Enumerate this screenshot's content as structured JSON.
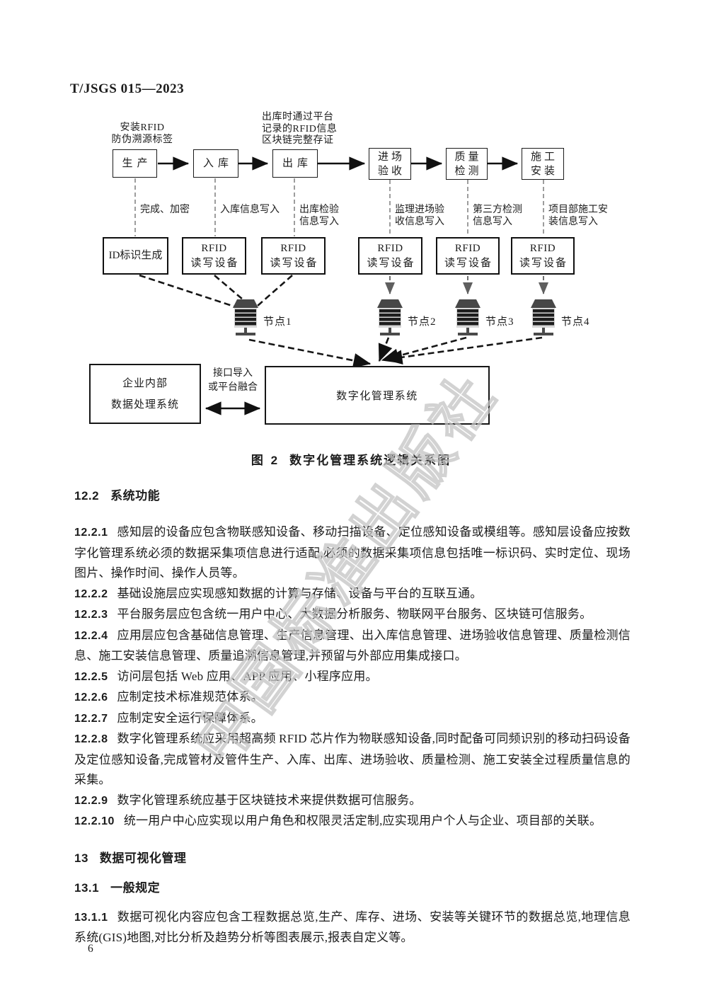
{
  "page": {
    "header": "T/JSGS 015—2023",
    "page_number": "6"
  },
  "watermark": "中国标准出版社",
  "colors": {
    "text": "#1c1c1c",
    "box_border": "#101010",
    "dashed_gray": "#6e6e6e",
    "watermark": "#c3c3c3"
  },
  "figure": {
    "caption_label": "图 2",
    "caption_text": "数字化管理系统逻辑关系图",
    "note_install": {
      "line1": "安装RFID",
      "line2": "防伪溯源标签"
    },
    "note_outbound": {
      "line1": "出库时通过平台",
      "line2": "记录的RFID信息",
      "line3": "区块链完整存证"
    },
    "flow": {
      "b1": "生产",
      "b2": "入库",
      "b3": "出库",
      "b4": {
        "l1": "进场",
        "l2": "验收"
      },
      "b5": {
        "l1": "质量",
        "l2": "检测"
      },
      "b6": {
        "l1": "施工",
        "l2": "安装"
      }
    },
    "edge": {
      "e1": "完成、加密",
      "e2": "入库信息写入",
      "e3a": "出库检验",
      "e3b": "信息写入",
      "e4a": "监理进场验",
      "e4b": "收信息写入",
      "e5a": "第三方检测",
      "e5b": "信息写入",
      "e6a": "项目部施工安",
      "e6b": "装信息写入"
    },
    "devices": {
      "d1": "ID标识生成",
      "rfid_line1": "RFID",
      "rfid_line2": "读写设备"
    },
    "nodes": {
      "n1": "节点1",
      "n2": "节点2",
      "n3": "节点3",
      "n4": "节点4"
    },
    "enterprise_box": {
      "line1": "企业内部",
      "line2": "数据处理系统"
    },
    "link_label": {
      "line1": "接口导入",
      "line2": "或平台融合"
    },
    "main_box": "数字化管理系统"
  },
  "content": {
    "s122": {
      "number": "12.2",
      "title": "系统功能"
    },
    "c1221": {
      "number": "12.2.1",
      "text": "感知层的设备应包含物联感知设备、移动扫描设备、定位感知设备或模组等。感知层设备应按数字化管理系统必须的数据采集项信息进行适配,必须的数据采集项信息包括唯一标识码、实时定位、现场图片、操作时间、操作人员等。"
    },
    "c1222": {
      "number": "12.2.2",
      "text": "基础设施层应实现感知数据的计算与存储、设备与平台的互联互通。"
    },
    "c1223": {
      "number": "12.2.3",
      "text": "平台服务层应包含统一用户中心、大数据分析服务、物联网平台服务、区块链可信服务。"
    },
    "c1224": {
      "number": "12.2.4",
      "text": "应用层应包含基础信息管理、生产信息管理、出入库信息管理、进场验收信息管理、质量检测信息、施工安装信息管理、质量追溯信息管理,并预留与外部应用集成接口。"
    },
    "c1225": {
      "number": "12.2.5",
      "text": "访问层包括 Web 应用、APP 应用、小程序应用。"
    },
    "c1226": {
      "number": "12.2.6",
      "text": "应制定技术标准规范体系。"
    },
    "c1227": {
      "number": "12.2.7",
      "text": "应制定安全运行保障体系。"
    },
    "c1228": {
      "number": "12.2.8",
      "text": "数字化管理系统应采用超高频 RFID 芯片作为物联感知设备,同时配备可同频识别的移动扫码设备及定位感知设备,完成管材及管件生产、入库、出库、进场验收、质量检测、施工安装全过程质量信息的采集。"
    },
    "c1229": {
      "number": "12.2.9",
      "text": "数字化管理系统应基于区块链技术来提供数据可信服务。"
    },
    "c12210": {
      "number": "12.2.10",
      "text": "统一用户中心应实现以用户角色和权限灵活定制,应实现用户个人与企业、项目部的关联。"
    },
    "s13": {
      "number": "13",
      "title": "数据可视化管理"
    },
    "s131": {
      "number": "13.1",
      "title": "一般规定"
    },
    "c1311": {
      "number": "13.1.1",
      "text": "数据可视化内容应包含工程数据总览,生产、库存、进场、安装等关键环节的数据总览,地理信息系统(GIS)地图,对比分析及趋势分析等图表展示,报表自定义等。"
    }
  }
}
